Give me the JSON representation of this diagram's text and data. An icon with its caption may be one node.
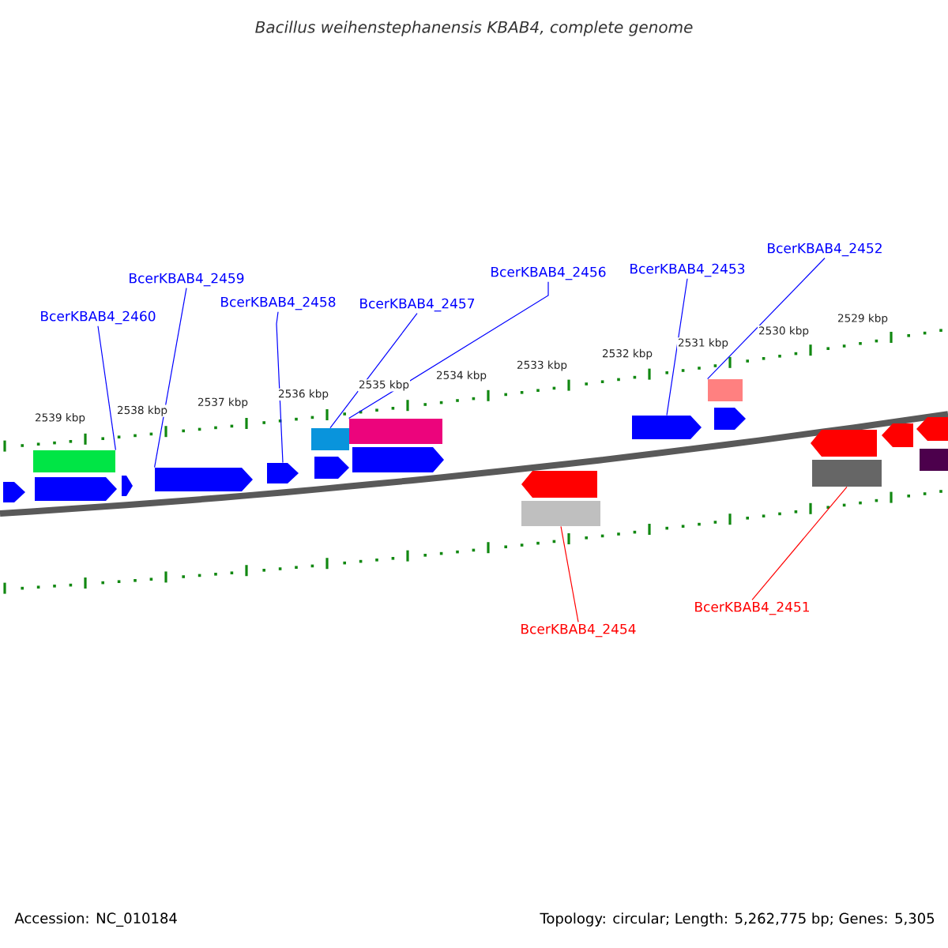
{
  "diagram": {
    "title": "Bacillus weihenstephanensis KBAB4, complete genome",
    "nodes": [
      {
        "text": [
          "BcerKBAB4_2452"
        ]
      },
      {
        "text": [
          "BcerKBAB4_2453"
        ]
      },
      {
        "text": [
          "BcerKBAB4_2456"
        ]
      },
      {
        "text": [
          "BcerKBAB4_2459"
        ]
      },
      {
        "text": [
          "BcerKBAB4_2458"
        ]
      },
      {
        "text": [
          "BcerKBAB4_2457"
        ]
      },
      {
        "text": [
          "BcerKBAB4_2460"
        ]
      },
      {
        "text": [
          "BcerKBAB4_2451"
        ]
      },
      {
        "text": [
          "BcerKBAB4_2454"
        ]
      },
      {
        "text": [],
        "shape": "arrow"
      },
      {
        "text": [],
        "shape": "box"
      },
      {
        "text": [],
        "shape": "arrow"
      },
      {
        "text": [],
        "shape": "arrow"
      },
      {
        "text": [],
        "shape": "arrow"
      },
      {
        "text": [],
        "shape": "arrow"
      },
      {
        "text": [],
        "shape": "box"
      },
      {
        "text": [],
        "shape": "arrow"
      },
      {
        "text": [],
        "shape": "box"
      },
      {
        "text": [],
        "shape": "arrow"
      },
      {
        "text": [],
        "shape": "arrow"
      },
      {
        "text": [],
        "shape": "box"
      },
      {
        "text": [],
        "shape": "arrow"
      },
      {
        "text": [],
        "shape": "box"
      },
      {
        "text": [],
        "shape": "arrow"
      },
      {
        "text": [],
        "shape": "arrow"
      },
      {
        "text": [],
        "shape": "box"
      },
      {
        "text": [],
        "shape": "arrow"
      },
      {
        "text": [],
        "shape": "arrow"
      },
      {
        "text": [],
        "shape": "box"
      }
    ],
    "edges": [
      {
        "from": 0,
        "to": 22,
        "arrow": "none"
      },
      {
        "from": 1,
        "to": 21,
        "arrow": "none"
      },
      {
        "from": 2,
        "to": 17,
        "arrow": "none"
      },
      {
        "from": 3,
        "to": 13,
        "arrow": "none"
      },
      {
        "from": 4,
        "to": 14,
        "arrow": "none"
      },
      {
        "from": 5,
        "to": 15,
        "arrow": "none"
      },
      {
        "from": 6,
        "to": 10,
        "arrow": "none"
      },
      {
        "from": 7,
        "to": 25,
        "arrow": "none",
        "color": "#ff0000"
      },
      {
        "from": 8,
        "to": 20,
        "arrow": "none",
        "color": "#ff0000"
      }
    ],
    "labels": [
      "2529 kbp",
      "2530 kbp",
      "2531 kbp",
      "2532 kbp",
      "2533 kbp",
      "2534 kbp",
      "2535 kbp",
      "2536 kbp",
      "2537 kbp",
      "2538 kbp",
      "2539 kbp",
      "Accession: NC_010184",
      "Topology: circular; Length: 5,262,775 bp; Genes: 5,305"
    ]
  }
}
